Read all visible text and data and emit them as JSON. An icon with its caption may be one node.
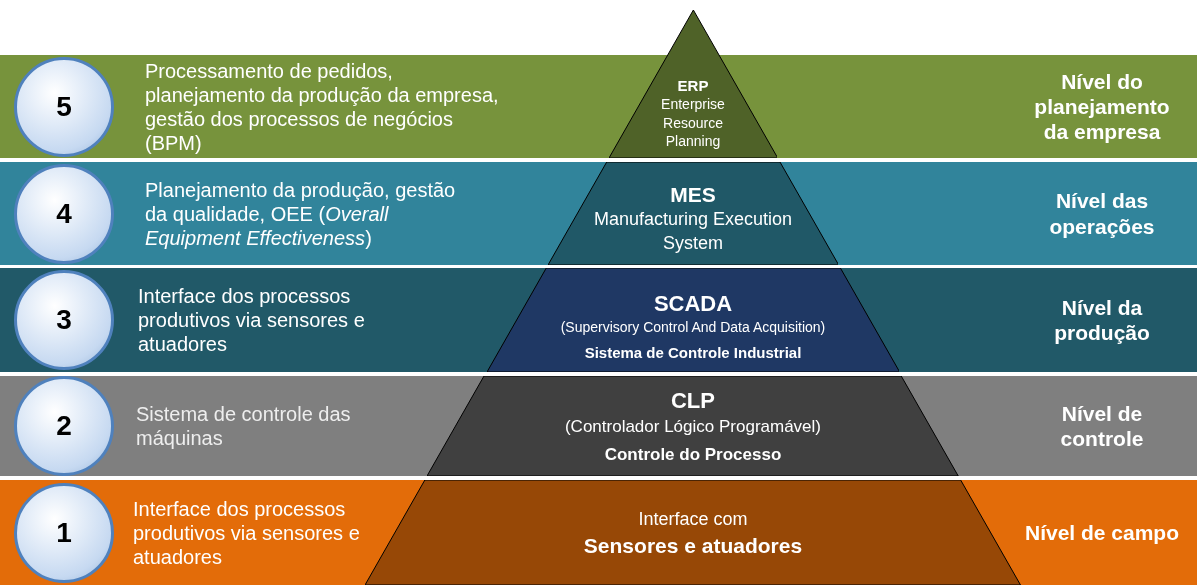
{
  "diagram": {
    "nodes": [
      {
        "text": [
          "5"
        ],
        "in": 1
      },
      {
        "text": [
          "Processamento de pedidos, planejamento da produção da empresa, gestão dos processos de negócios (BPM)",
          "Nível do planejamento da empresa"
        ]
      },
      {
        "text": [
          "ERP",
          "Enterprise Resource Planning"
        ]
      },
      {
        "text": [
          "4"
        ],
        "in": 4
      },
      {
        "text": [
          "Planejamento da produção, gestão da qualidade, OEE (*Overall Equipment Effectiveness*)",
          "Nível das operações"
        ]
      },
      {
        "text": [
          "MES",
          "Manufacturing Execution System"
        ],
        "in": 4
      },
      {
        "text": [
          "3"
        ],
        "in": 7
      },
      {
        "text": [
          "Interface dos processos produtivos via sensores e atuadores",
          "Nível da produção"
        ]
      },
      {
        "text": [
          "SCADA",
          "(Supervisory Control And Data Acquisition)",
          "Sistema de Controle Industrial"
        ],
        "in": 7
      },
      {
        "text": [
          "2"
        ],
        "in": 10
      },
      {
        "text": [
          "Sistema de controle das máquinas",
          "Nível de controle"
        ]
      },
      {
        "text": [
          "CLP",
          "(Controlador Lógico Programável)",
          "Controle do Processo"
        ],
        "in": 10
      },
      {
        "text": [
          "1"
        ],
        "in": 13
      },
      {
        "text": [
          "Interface dos processos produtivos via sensores e atuadores",
          "Nível de campo"
        ]
      },
      {
        "text": [
          "Interface com",
          "Sensores e atuadores"
        ],
        "in": 13
      }
    ],
    "edges": []
  }
}
